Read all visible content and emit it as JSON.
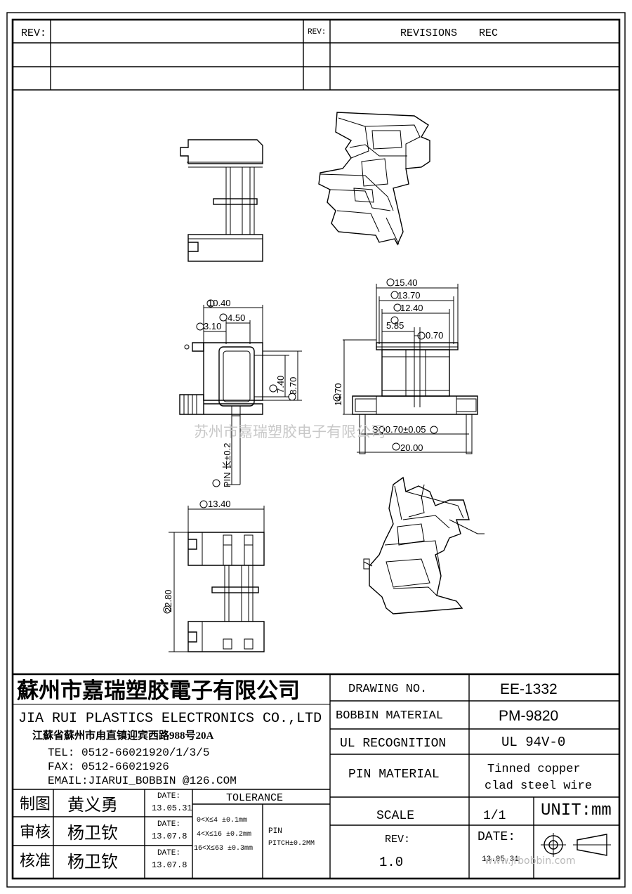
{
  "revision_block": {
    "rev_label_left": "REV:",
    "rev_label_right": "REV:",
    "revisions_label": "REVISIONS",
    "rec_label": "REC"
  },
  "dimensions": {
    "d_side_top_width": "10.40",
    "g_inner": "4.50",
    "c_small": "3.10",
    "b_height_inner": "7.40",
    "h_height": "8.70",
    "pin_length": "PIN 长±0.2",
    "d_width": "15.40",
    "f_width": "13.70",
    "e_width": "12.40",
    "j_dim": "5.85",
    "k_dim": "0.70",
    "pin_dia": "SQ0.70±0.05",
    "a_width": "20.00",
    "height": "14.70",
    "bottom_width": "13.40",
    "bottom_height": "22.80"
  },
  "watermark": "苏州市嘉瑞塑胶电子有限公司",
  "footer_watermark": "www.jrbobbin.com",
  "company": {
    "name_cn": "蘇州市嘉瑞塑胶電子有限公司",
    "name_en": "JIA RUI PLASTICS ELECTRONICS CO.,LTD",
    "address": "江蘇省蘇州市甪直镇迎宾西路988号20A",
    "tel": "TEL:  0512-66021920/1/3/5",
    "fax": "FAX:  0512-66021926",
    "email": "EMAIL:JIARUI_BOBBIN @126.COM"
  },
  "approvals": [
    {
      "role": "制图",
      "name": "黄义勇",
      "date_label": "DATE:",
      "date": "13.05.31"
    },
    {
      "role": "审核",
      "name": "杨卫钦",
      "date_label": "DATE:",
      "date": "13.07.8"
    },
    {
      "role": "核准",
      "name": "杨卫钦",
      "date_label": "DATE:",
      "date": "13.07.8"
    }
  ],
  "tolerance": {
    "title": "TOLERANCE",
    "rows": [
      "0<X≤4  ±0.1mm",
      "4<X≤16 ±0.2mm",
      "16<X≤63 ±0.3mm"
    ],
    "pin_label": "PIN",
    "pin_pitch": "PITCH±0.2MM"
  },
  "spec": {
    "drawing_no_label": "DRAWING  NO.",
    "drawing_no": "EE-1332",
    "material_label": "BOBBIN  MATERIAL",
    "material": "PM-9820",
    "ul_label": "UL RECOGNITION",
    "ul": "UL 94V-0",
    "pin_material_label": "PIN MATERIAL",
    "pin_material_1": "Tinned copper",
    "pin_material_2": "clad steel wire",
    "scale_label": "SCALE",
    "scale": "1/1",
    "unit": "UNIT:mm",
    "rev_label": "REV:",
    "rev": "1.0",
    "date_label": "DATE:",
    "date": "13.05.31"
  }
}
